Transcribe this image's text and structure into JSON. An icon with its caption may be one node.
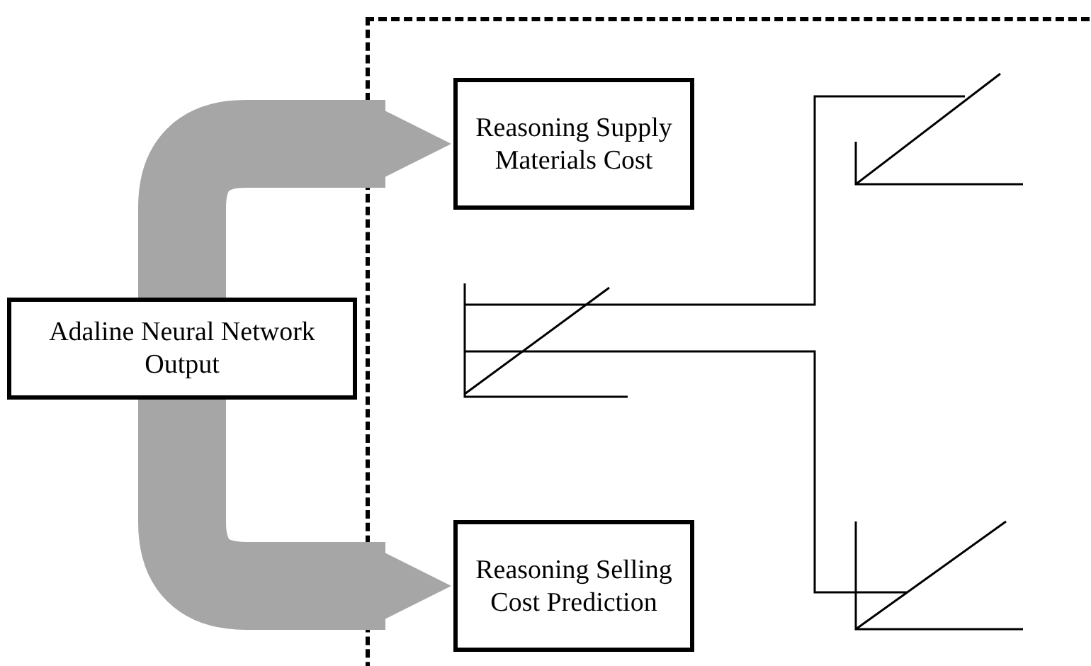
{
  "diagram": {
    "nodes": [
      {
        "text": [
          "Adaline Neural Network Output"
        ]
      },
      {
        "text": [],
        "shape": "box"
      },
      {
        "text": [
          "Reasoning Supply Materials Cost"
        ],
        "in": 1
      },
      {
        "text": [
          "Reasoning Selling Cost Prediction"
        ],
        "in": 1
      },
      {
        "text": [],
        "shape": "picture",
        "in": 1
      },
      {
        "text": [],
        "shape": "picture",
        "in": 1
      },
      {
        "text": [],
        "shape": "picture",
        "in": 1
      }
    ],
    "edges": [
      {
        "from": 0,
        "to": 2,
        "arrow": "to",
        "style": "thick",
        "color": "#a6a6a6"
      },
      {
        "from": 0,
        "to": 3,
        "arrow": "to",
        "style": "thick",
        "color": "#a6a6a6"
      },
      {
        "from": 4,
        "to": 5,
        "arrow": "none",
        "color": "#000000"
      },
      {
        "from": 4,
        "to": 6,
        "arrow": "none",
        "color": "#000000"
      }
    ]
  }
}
